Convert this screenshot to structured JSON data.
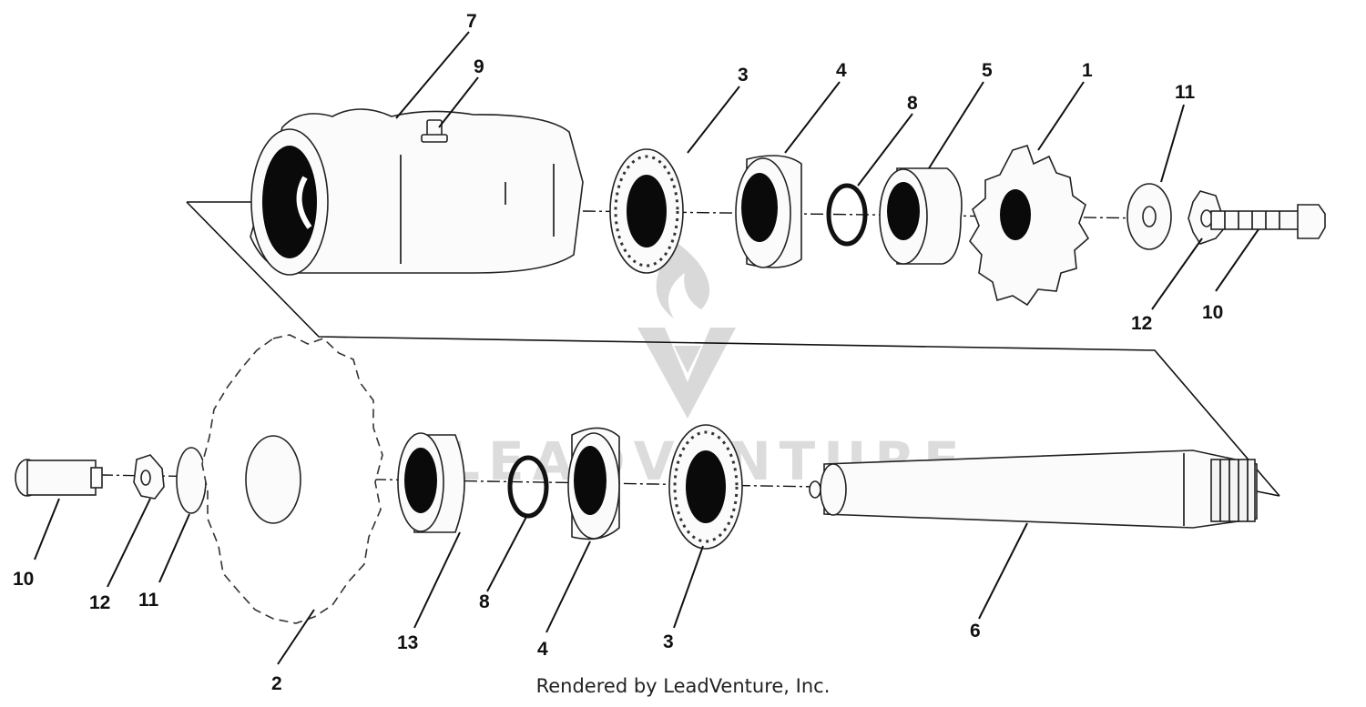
{
  "callouts": {
    "c7": "7",
    "c9": "9",
    "c3a": "3",
    "c4a": "4",
    "c8a": "8",
    "c5": "5",
    "c1": "1",
    "c11a": "11",
    "c12a": "12",
    "c10a": "10",
    "c10b": "10",
    "c12b": "12",
    "c11b": "11",
    "c2": "2",
    "c13": "13",
    "c8b": "8",
    "c4b": "4",
    "c3b": "3",
    "c6": "6"
  },
  "watermark": {
    "text": "LEADVENTURE"
  },
  "footer": {
    "text": "Rendered by LeadVenture, Inc."
  }
}
